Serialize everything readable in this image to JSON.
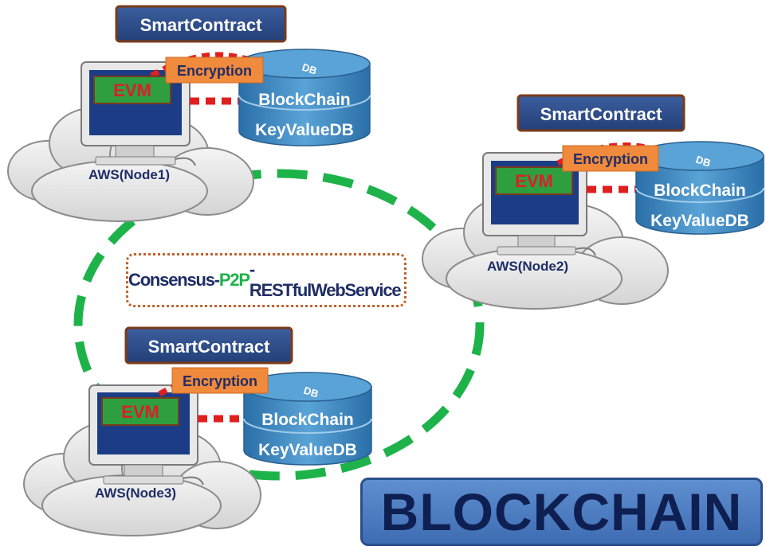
{
  "title": "BLOCKCHAIN",
  "consensus": {
    "part1": "Consensus-",
    "part2": "P2P",
    "part3": "-RESTfulWebService"
  },
  "nodes": [
    {
      "name": "AWS(Node1)",
      "smart_contract": "SmartContract",
      "encryption": "Encryption",
      "evm": "EVM",
      "db_tag": "DB",
      "db_line1": "BlockChain",
      "db_line2": "KeyValueDB"
    },
    {
      "name": "AWS(Node2)",
      "smart_contract": "SmartContract",
      "encryption": "Encryption",
      "evm": "EVM",
      "db_tag": "DB",
      "db_line1": "BlockChain",
      "db_line2": "KeyValueDB"
    },
    {
      "name": "AWS(Node3)",
      "smart_contract": "SmartContract",
      "encryption": "Encryption",
      "evm": "EVM",
      "db_tag": "DB",
      "db_line1": "BlockChain",
      "db_line2": "KeyValueDB"
    }
  ],
  "colors": {
    "smart_contract_bg": "#2b4a86",
    "encryption_bg": "#f08a3c",
    "evm_bg": "#2f9e3f",
    "evm_text": "#d8202a",
    "ring": "#1db34a",
    "link": "#e01f1f",
    "db": "#3f86c0"
  }
}
